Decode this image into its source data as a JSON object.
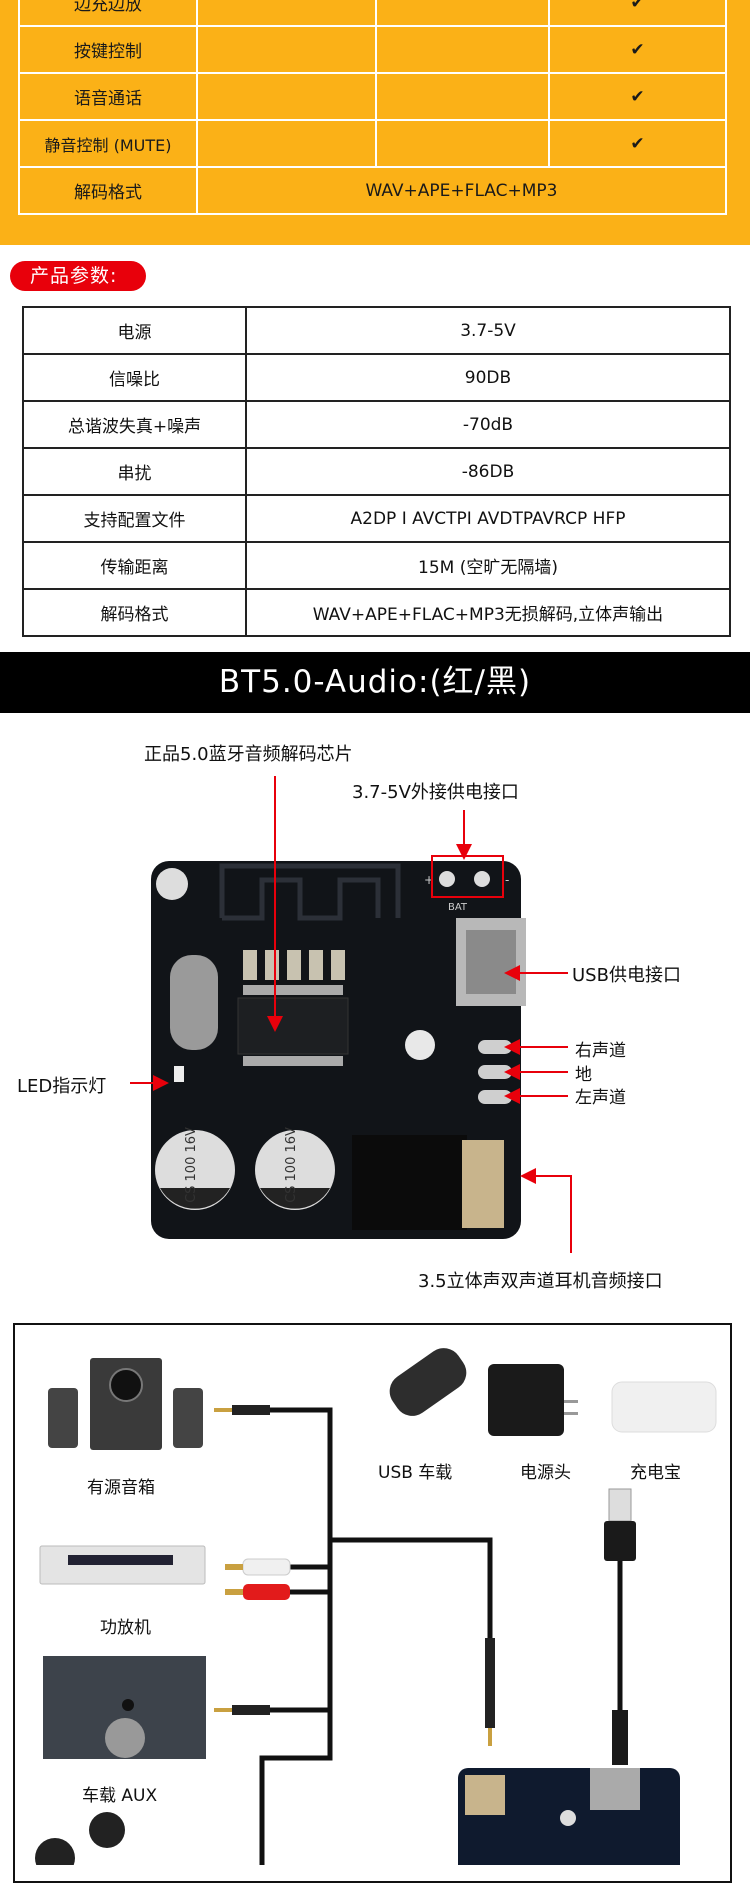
{
  "features_table": {
    "rows": [
      {
        "label": "边充边放",
        "check": "✔"
      },
      {
        "label": "按键控制",
        "check": "✔"
      },
      {
        "label": "语音通话",
        "check": "✔"
      },
      {
        "label": "静音控制 (MUTE)",
        "check": "✔"
      }
    ],
    "decode": {
      "label": "解码格式",
      "value": "WAV+APE+FLAC+MP3"
    }
  },
  "params_title": "产品参数:",
  "params": [
    {
      "label": "电源",
      "value": "3.7-5V"
    },
    {
      "label": "信噪比",
      "value": "90DB"
    },
    {
      "label": "总谐波失真+噪声",
      "value": "-70dB"
    },
    {
      "label": "串扰",
      "value": "-86DB"
    },
    {
      "label": "支持配置文件",
      "value": "A2DP I AVCTPI AVDTPAVRCP  HFP"
    },
    {
      "label": "传输距离",
      "value": "15M (空旷无隔墙)"
    },
    {
      "label": "解码格式",
      "value": "WAV+APE+FLAC+MP3无损解码,立体声输出"
    }
  ],
  "banner": "BT5.0-Audio:(红/黑)",
  "board_labels": {
    "chip": "正品5.0蓝牙音频解码芯片",
    "power": "3.7-5V外接供电接口",
    "usb": "USB供电接口",
    "right": "右声道",
    "ground": "地",
    "left": "左声道",
    "led": "LED指示灯",
    "jack": "3.5立体声双声道耳机音频接口"
  },
  "pcb_marks": {
    "cap1": "CS 100 16V",
    "cap2": "CS 100 16V",
    "bat": "BAT",
    "plus": "+",
    "minus": "-"
  },
  "connection": {
    "speakers": "有源音箱",
    "amplifier": "功放机",
    "car_aux": "车载 AUX",
    "usb_car": "USB 车载",
    "adapter": "电源头",
    "powerbank": "充电宝"
  },
  "colors": {
    "yellow": "#fbb117",
    "red": "#e8000b",
    "pcb": "#111418",
    "arrow": "#e8000b"
  }
}
